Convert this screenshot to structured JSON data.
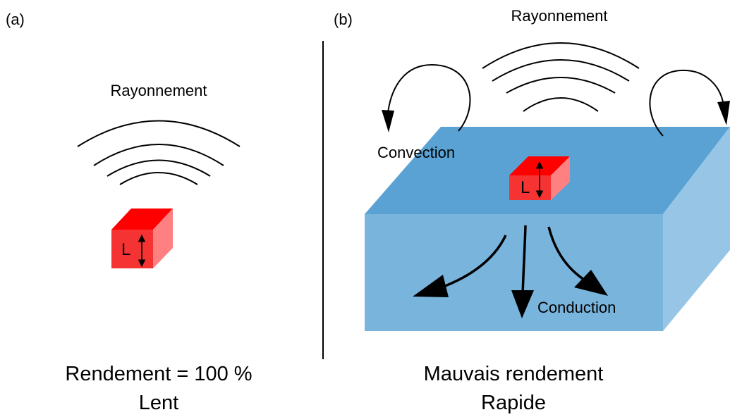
{
  "panel_a": {
    "tag": "(a)",
    "radiation_label": "Rayonnement",
    "cube_letter": "L",
    "caption_line1": "Rendement = 100 %",
    "caption_line2": "Lent"
  },
  "panel_b": {
    "tag": "(b)",
    "radiation_label": "Rayonnement",
    "convection_label": "Convection",
    "conduction_label": "Conduction",
    "cube_letter": "L",
    "caption_line1": "Mauvais rendement",
    "caption_line2": "Rapide"
  },
  "colors": {
    "cube_top": "#ff0000",
    "cube_front": "#f53333",
    "cube_side": "#ff8080",
    "block_top": "#5aa2d4",
    "block_front": "#79b4dd",
    "block_side": "#97c5e6"
  }
}
